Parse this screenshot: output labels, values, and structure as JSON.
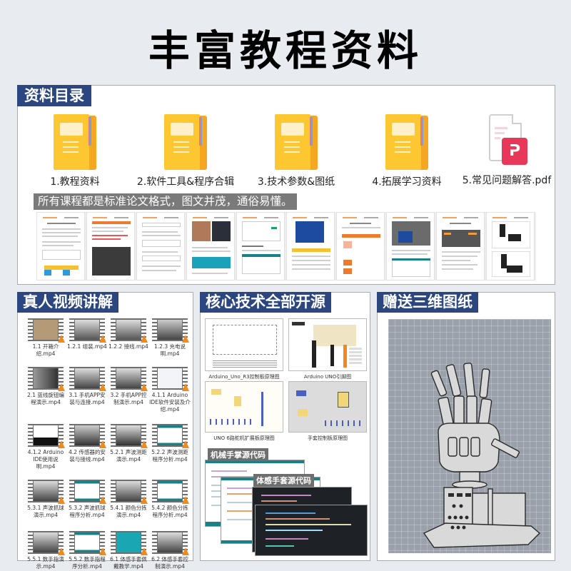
{
  "main_title": "丰富教程资料",
  "catalog": {
    "tag": "资料目录",
    "folders": [
      {
        "name": "1.教程资料",
        "icon": "folder-icon"
      },
      {
        "name": "2.软件工具&程序合辑",
        "icon": "folder-icon"
      },
      {
        "name": "3.技术参数&图纸",
        "icon": "folder-icon"
      },
      {
        "name": "4.拓展学习资料",
        "icon": "folder-icon"
      },
      {
        "name": "5.常见问题解答.pdf",
        "icon": "pdf-icon"
      }
    ],
    "pdf_badge_glyph": "ᕈ",
    "notice": "所有课程都是标准论文格式，图文并茂，通俗易懂。",
    "doc_page_count": 10
  },
  "videos": {
    "tag": "真人视频讲解",
    "items": [
      "1.1 开箱介绍.mp4",
      "1.2.1 组装.mp4",
      "1.2.2 接线.mp4",
      "1.2.3 充电说明.mp4",
      "2.1 蓝线旋钮编程演示.mp4",
      "3.1 手机APP安装与连接.mp4",
      "3.2 手机APP控制演示.mp4",
      "4.1.1 Arduino IDE软件安装及介绍.mp4",
      "4.1.2 Arduino IDE使用说明.mp4",
      "4.2 传感器的安装与接线.mp4",
      "5.2.1 声波测距演示.mp4",
      "5.2.2 声波测距程序分析.mp4",
      "5.3.1 声波抓球演示.mp4",
      "5.3.2 声波抓球程序分析.mp4",
      "5.4.1 颜色分拣演示.mp4",
      "5.4.2 颜色分拣程序分析.mp4",
      "5.5.1 数手指演示.mp4",
      "5.5.2 数手指程序分析.mp4",
      "6.1 体感手套佩戴教学.mp4",
      "6.2 体感手套控制演示.mp4"
    ]
  },
  "open_source": {
    "tag": "核心技术全部开源",
    "schematics": [
      {
        "caption": "Arduino_Uno_R3控制板原理图"
      },
      {
        "caption": "Arduino UNO引脚图"
      },
      {
        "caption": "UNO 6路舵机扩展板原理图"
      },
      {
        "caption": "手套控制板原理图"
      }
    ],
    "code_tags": [
      "机械手掌源代码",
      "体感手套源代码"
    ]
  },
  "drawings": {
    "tag": "赠送三维图纸"
  },
  "colors": {
    "tag_bg": "#2c4680",
    "page_bg": "#e8ebf0",
    "folder_yellow": "#fdc731",
    "folder_orange": "#f5a623",
    "pdf_red": "#e8385a",
    "notice_gray": "#7a7a7a",
    "cad_bg": "#9aa1ab"
  }
}
